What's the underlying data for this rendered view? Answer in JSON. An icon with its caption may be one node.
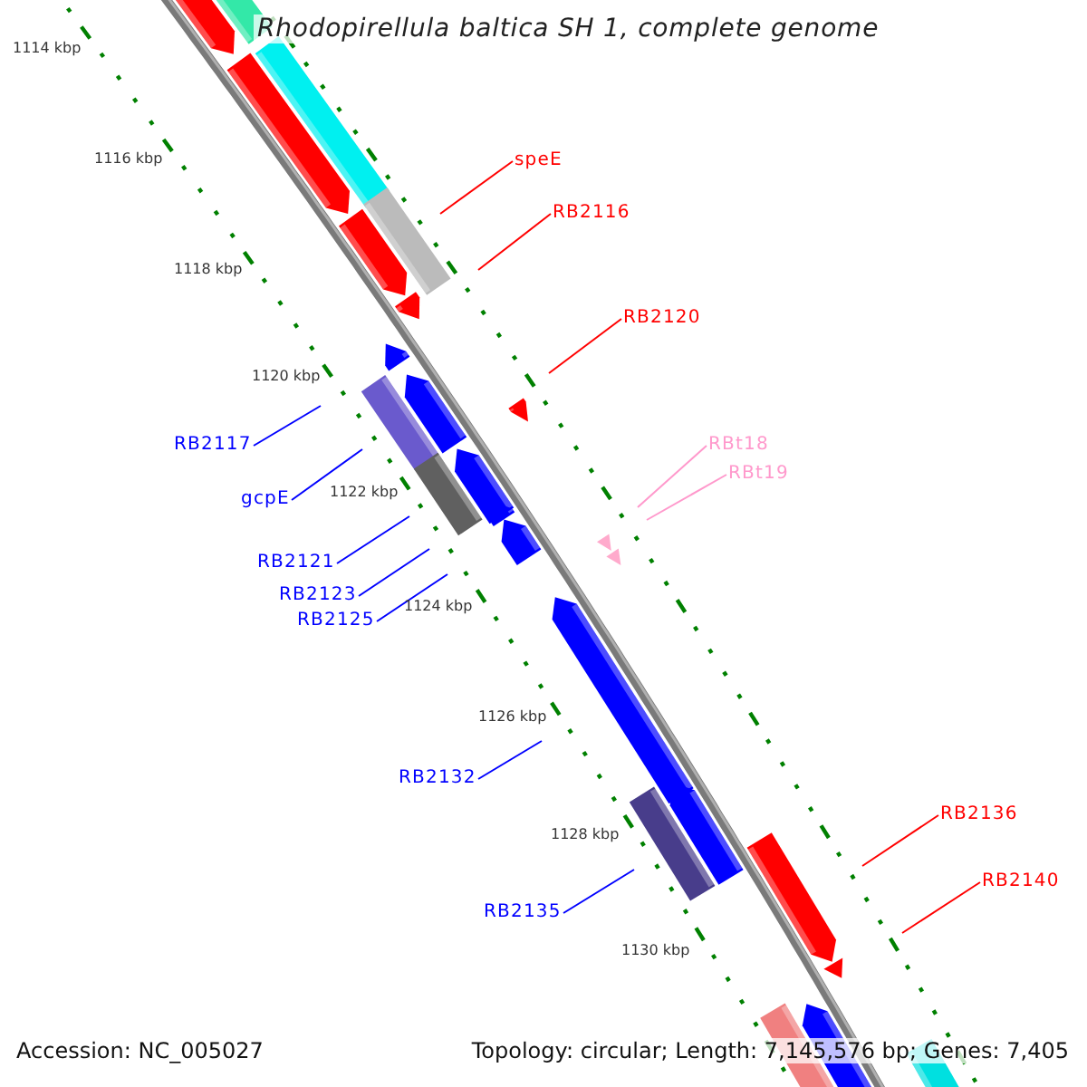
{
  "diagram": {
    "title": "Rhodopirellula baltica SH 1, complete genome",
    "nodes": [
      {
        "text": [
          "speE"
        ]
      },
      {
        "text": [
          "RB2116"
        ]
      },
      {
        "text": [
          "RB2120"
        ]
      },
      {
        "text": [
          "RB2117"
        ]
      },
      {
        "text": [
          "RBt18"
        ]
      },
      {
        "text": [
          "RBt19"
        ]
      },
      {
        "text": [
          "gcpE"
        ]
      },
      {
        "text": [
          "RB2121"
        ]
      },
      {
        "text": [
          "RB2123"
        ]
      },
      {
        "text": [
          "RB2125"
        ]
      },
      {
        "text": [
          "RB2132"
        ]
      },
      {
        "text": [
          "RB2136"
        ]
      },
      {
        "text": [
          "RB2140"
        ]
      },
      {
        "text": [
          "RB2135"
        ]
      }
    ],
    "edges": [
      {
        "from": 0,
        "to": null,
        "arrow": "none",
        "color": "#ff0000"
      },
      {
        "from": 1,
        "to": null,
        "arrow": "none",
        "color": "#ff0000"
      },
      {
        "from": 2,
        "to": null,
        "arrow": "none",
        "color": "#ff0000"
      },
      {
        "from": 3,
        "to": null,
        "arrow": "none"
      },
      {
        "from": 4,
        "to": null,
        "arrow": "none",
        "color": "#ff99cc"
      },
      {
        "from": 5,
        "to": null,
        "arrow": "none",
        "color": "#ff99cc"
      },
      {
        "from": 6,
        "to": null,
        "arrow": "none"
      },
      {
        "from": 7,
        "to": null,
        "arrow": "none"
      },
      {
        "from": 8,
        "to": null,
        "arrow": "none"
      },
      {
        "from": 9,
        "to": null,
        "arrow": "none"
      },
      {
        "from": 10,
        "to": null,
        "arrow": "none"
      },
      {
        "from": 11,
        "to": null,
        "arrow": "none",
        "color": "#ff0000"
      },
      {
        "from": 12,
        "to": null,
        "arrow": "none",
        "color": "#ff0000"
      },
      {
        "from": 13,
        "to": null,
        "arrow": "none"
      }
    ],
    "labels": [
      "1114 kbp",
      "1116 kbp",
      "1118 kbp",
      "1120 kbp",
      "1122 kbp",
      "1124 kbp",
      "1126 kbp",
      "1128 kbp",
      "1130 kbp",
      "Accession: NC_005027",
      "Topology: circular; Length: 7,145,576 bp; Genes: 7,405"
    ]
  }
}
